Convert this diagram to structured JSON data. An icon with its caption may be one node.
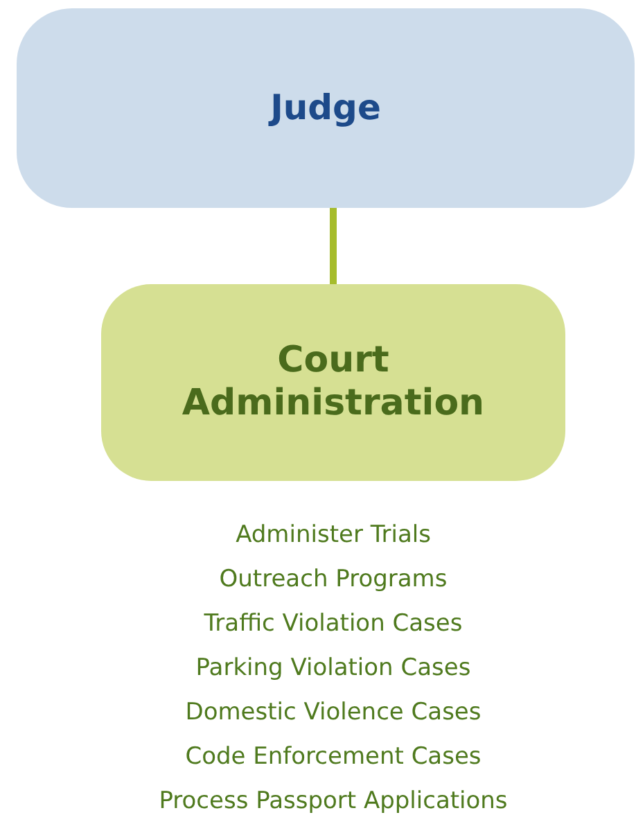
{
  "diagram": {
    "nodes": [
      {
        "text": [
          "Judge"
        ]
      },
      {
        "text": [
          "Court Administration"
        ],
        "beside": [
          "Administer Trials",
          "Outreach Programs",
          "Traffic Violation Cases",
          "Parking Violation Cases",
          "Domestic Violence Cases",
          "Code Enforcement Cases",
          "Process Passport Applications"
        ]
      }
    ],
    "edges": [
      {
        "from": 0,
        "to": 1,
        "arrow": "none"
      }
    ]
  }
}
